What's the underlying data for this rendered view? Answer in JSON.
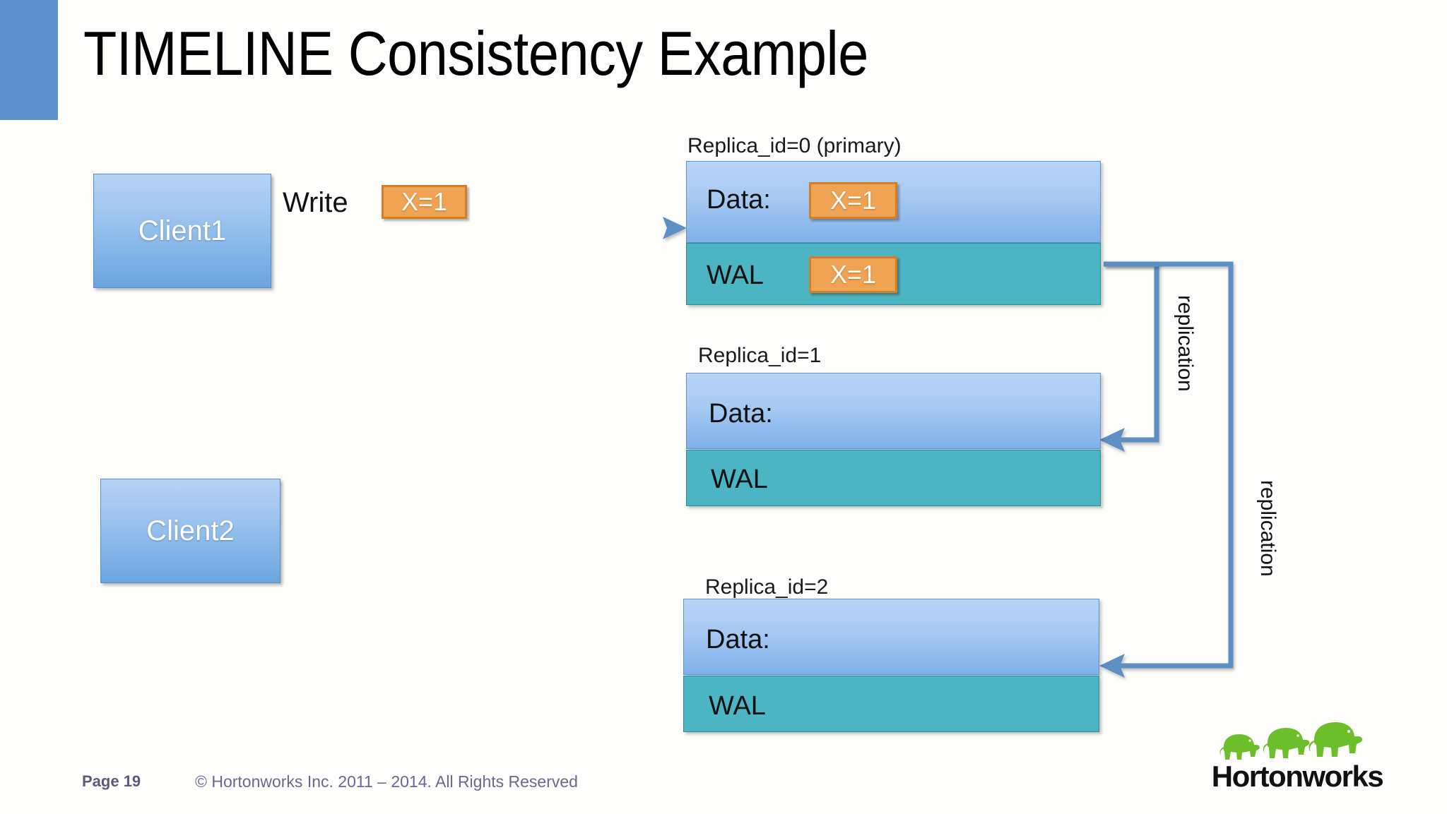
{
  "slide": {
    "title": "TIMELINE Consistency Example",
    "accent_color": "#5b91ce",
    "background": "#fdfdfb"
  },
  "clients": [
    {
      "name": "client1",
      "label": "Client1"
    },
    {
      "name": "client2",
      "label": "Client2"
    }
  ],
  "write_flow": {
    "action_label": "Write",
    "payload_label": "X=1"
  },
  "replicas": [
    {
      "id": 0,
      "header": "Replica_id=0 (primary)",
      "data_label": "Data:",
      "data_value": "X=1",
      "wal_label": "WAL",
      "wal_value": "X=1"
    },
    {
      "id": 1,
      "header": "Replica_id=1",
      "data_label": "Data:",
      "data_value": "",
      "wal_label": "WAL",
      "wal_value": ""
    },
    {
      "id": 2,
      "header": "Replica_id=2",
      "data_label": "Data:",
      "data_value": "",
      "wal_label": "WAL",
      "wal_value": ""
    }
  ],
  "replication_arrows": [
    {
      "name": "replication-to-replica-1",
      "label": "replication"
    },
    {
      "name": "replication-to-replica-2",
      "label": "replication"
    }
  ],
  "colors": {
    "data_box": "#a6c9f2",
    "wal_box": "#4cb5c3",
    "kv_box": "#f0a352",
    "kv_border": "#d08028",
    "arrow": "#5b8fc4",
    "client_box": "#9dc4ef"
  },
  "footer": {
    "page": "Page 19",
    "copyright": "© Hortonworks Inc. 2011 – 2014. All Rights Reserved",
    "logo_text": "Hortonworks"
  }
}
